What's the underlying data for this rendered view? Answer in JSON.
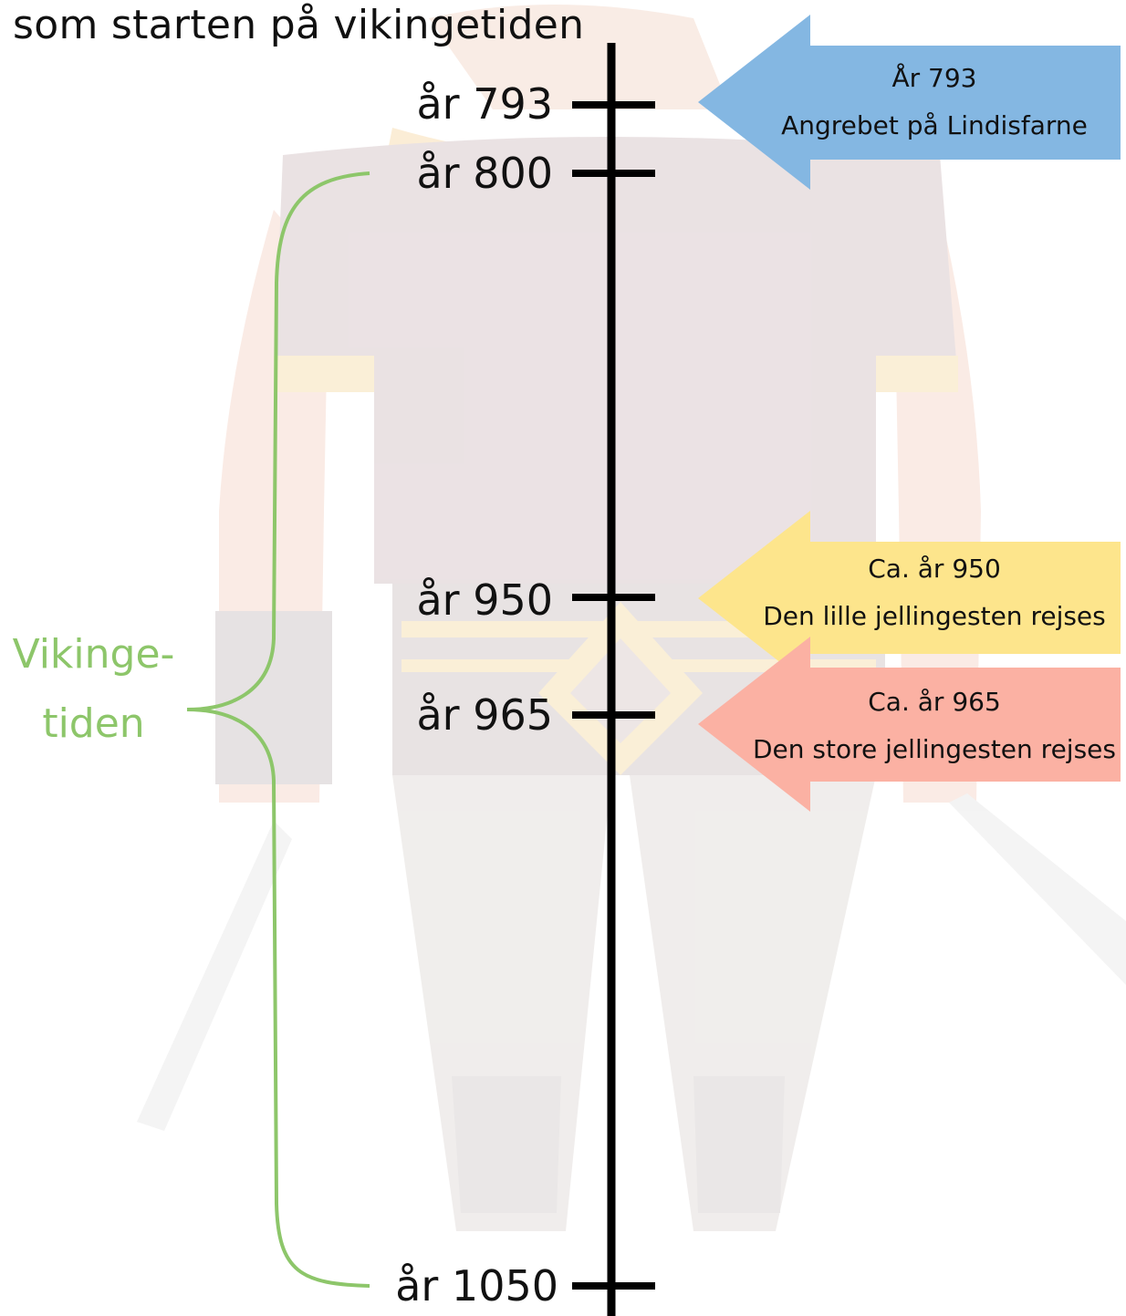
{
  "header": {
    "title": "som starten på vikingetiden"
  },
  "timeline": {
    "ticks": [
      {
        "label": "år 793"
      },
      {
        "label": "år 800"
      },
      {
        "label": "år 950"
      },
      {
        "label": "år 965"
      },
      {
        "label": "år 1050"
      }
    ]
  },
  "events": [
    {
      "date": "År 793",
      "text": "Angrebet på Lindisfarne",
      "color": "#84b7e2"
    },
    {
      "date": "Ca. år 950",
      "text": "Den lille jellingesten rejses",
      "color": "#fde58c"
    },
    {
      "date": "Ca. år 965",
      "text": "Den store jellingesten rejses",
      "color": "#fbb1a3"
    }
  ],
  "period": {
    "line1": "Vikinge-",
    "line2": "tiden",
    "color": "#8dc66a"
  },
  "background": {
    "picture": "viking-illustration"
  }
}
